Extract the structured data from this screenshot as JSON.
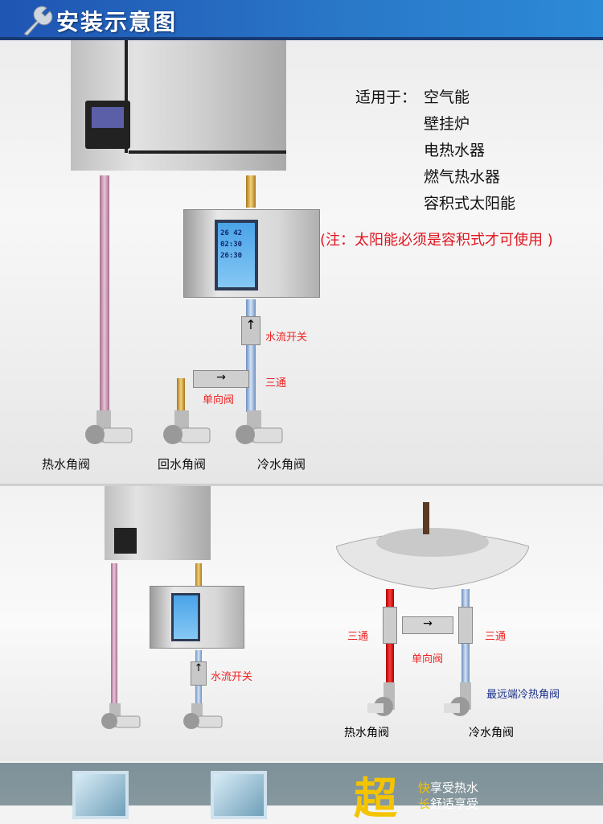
{
  "header": {
    "title": "安装示意图",
    "icon": "wrench-icon"
  },
  "section1": {
    "applicable_label": "适用于：",
    "applicable_items": [
      "空气能",
      "壁挂炉",
      "电热水器",
      "燃气热水器",
      "容积式太阳能"
    ],
    "note": "(注：太阳能必须是容积式才可使用 )",
    "device_display": {
      "temp1": "26",
      "temp2": "42",
      "time1": "02:30",
      "time2": "26:30"
    },
    "callouts": {
      "flow_switch": "水流开关",
      "tee": "三通",
      "check_valve": "单向阀"
    },
    "valves": [
      "热水角阀",
      "回水角阀",
      "冷水角阀"
    ]
  },
  "section2": {
    "callouts": {
      "flow_switch": "水流开关",
      "tee_left": "三通",
      "tee_right": "三通",
      "check_valve": "单向阀",
      "farthest": "最远端冷热角阀"
    },
    "valves": [
      "热水角阀",
      "冷水角阀"
    ]
  },
  "banner": {
    "big_char": "超",
    "line1_accent": "快",
    "line1": "享受热水",
    "line2_accent": "长",
    "line2": "舒适享受"
  },
  "colors": {
    "header_blue": "#2a79c9",
    "callout_red": "#e22222",
    "callout_blue": "#1a2f8a",
    "banner_yellow": "#f4c400"
  }
}
